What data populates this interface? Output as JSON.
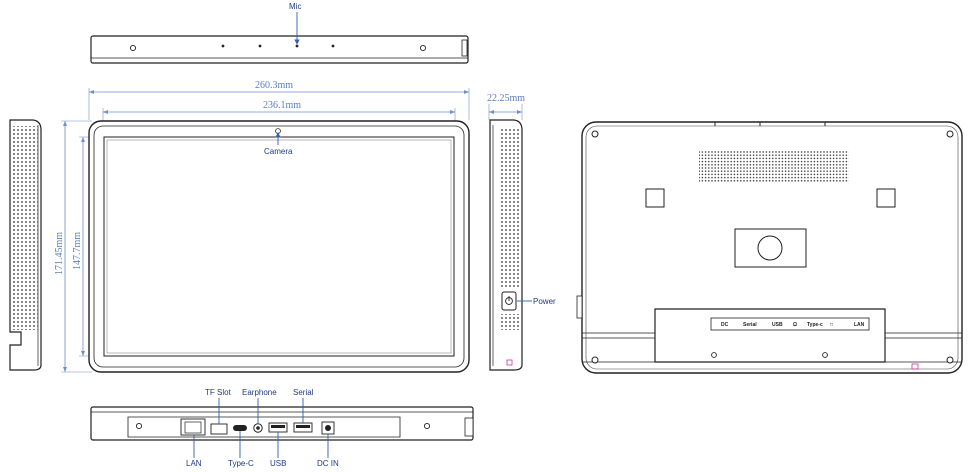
{
  "labels": {
    "mic": "Mic",
    "camera": "Camera",
    "power": "Power",
    "tf_slot": "TF Slot",
    "earphone": "Earphone",
    "serial": "Serial",
    "lan": "LAN",
    "type_c": "Type-C",
    "usb": "USB",
    "dc_in": "DC IN"
  },
  "dimensions": {
    "outer_width": "260.3mm",
    "screen_width": "236.1mm",
    "outer_height": "171.45mm",
    "screen_height": "147.7mm",
    "depth": "22.25mm"
  },
  "back_ports": {
    "dc": "DC",
    "serial": "Serial",
    "usb": "USB",
    "earphone": "Ω",
    "type_c": "Type-c",
    "tf": "□",
    "lan": "LAN"
  },
  "colors": {
    "line": "#222222",
    "accent": "#2f5fb3",
    "dim_line": "#6f8fcf"
  }
}
